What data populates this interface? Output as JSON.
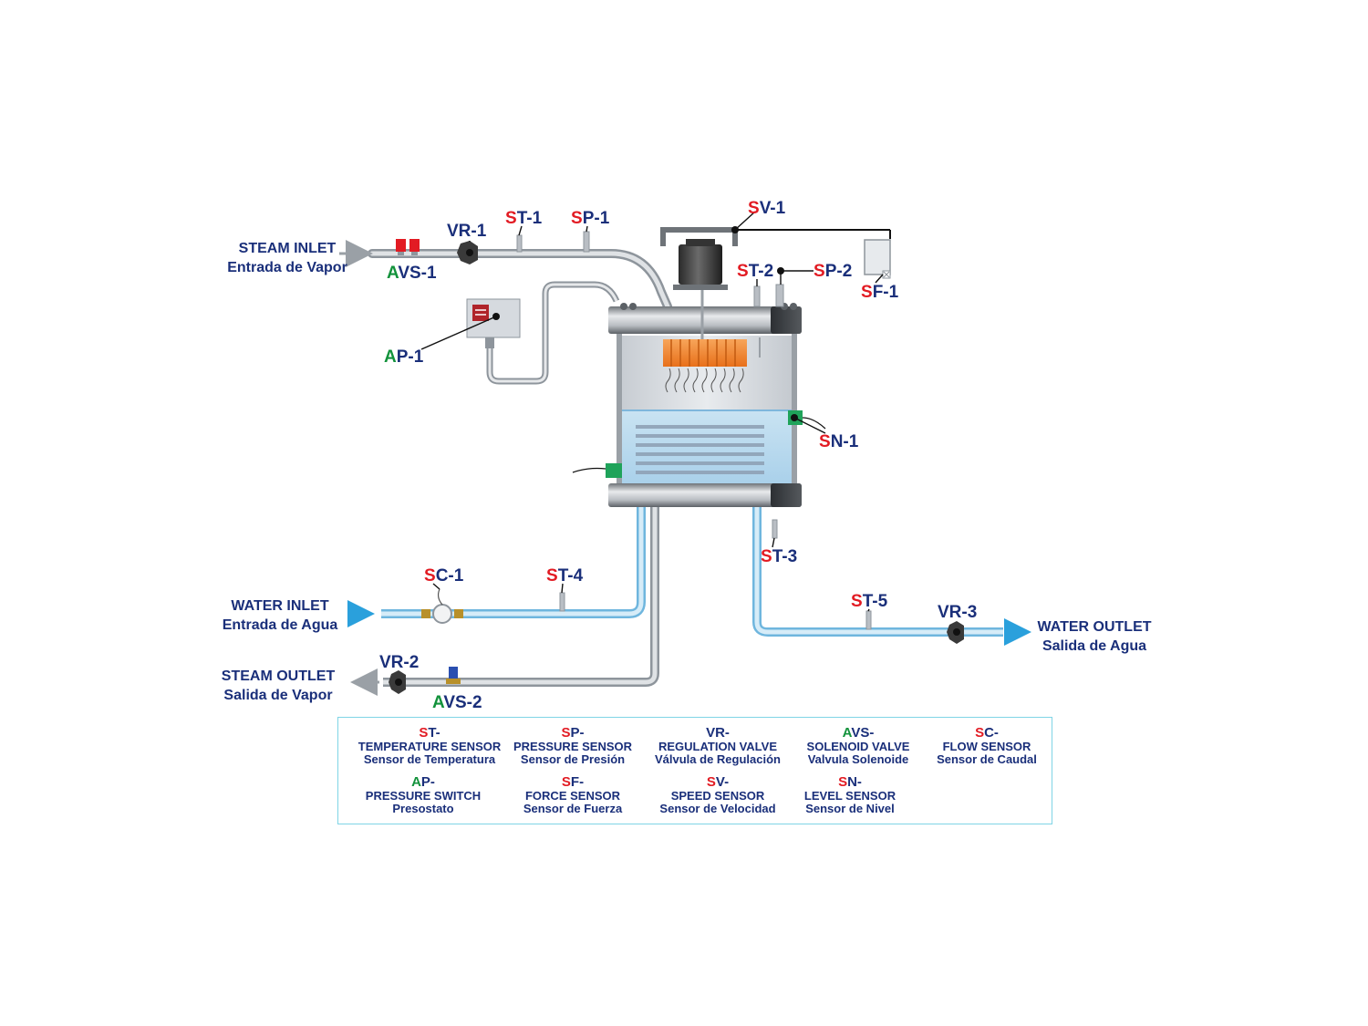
{
  "io": {
    "steam_inlet": [
      "STEAM INLET",
      "Entrada de Vapor"
    ],
    "water_inlet": [
      "WATER INLET",
      "Entrada de Agua"
    ],
    "steam_outlet": [
      "STEAM OUTLET",
      "Salida de Vapor"
    ],
    "water_outlet": [
      "WATER OUTLET",
      "Salida de Agua"
    ]
  },
  "tags": {
    "vr1": [
      "",
      "VR-1"
    ],
    "avs1": [
      "A",
      "VS-1"
    ],
    "st1": [
      "S",
      "T-1"
    ],
    "sp1": [
      "S",
      "P-1"
    ],
    "sv1": [
      "S",
      "V-1"
    ],
    "st2": [
      "S",
      "T-2"
    ],
    "sp2": [
      "S",
      "P-2"
    ],
    "sf1": [
      "S",
      "F-1"
    ],
    "ap1": [
      "A",
      "P-1"
    ],
    "sn1": [
      "S",
      "N-1"
    ],
    "st3": [
      "S",
      "T-3"
    ],
    "sc1": [
      "S",
      "C-1"
    ],
    "st4": [
      "S",
      "T-4"
    ],
    "st5": [
      "S",
      "T-5"
    ],
    "vr3": [
      "",
      "VR-3"
    ],
    "vr2": [
      "",
      "VR-2"
    ],
    "avs2": [
      "A",
      "VS-2"
    ]
  },
  "legend": [
    {
      "pre": "S",
      "code": "T-",
      "en": "TEMPERATURE SENSOR",
      "es": "Sensor de Temperatura"
    },
    {
      "pre": "S",
      "code": "P-",
      "en": "PRESSURE SENSOR",
      "es": "Sensor de Presión"
    },
    {
      "pre": "",
      "code": "VR-",
      "en": "REGULATION VALVE",
      "es": "Válvula de Regulación"
    },
    {
      "pre": "A",
      "code": "VS-",
      "en": "SOLENOID VALVE",
      "es": "Valvula Solenoide"
    },
    {
      "pre": "S",
      "code": "C-",
      "en": "FLOW SENSOR",
      "es": "Sensor de Caudal"
    },
    {
      "pre": "A",
      "code": "P-",
      "en": "PRESSURE SWITCH",
      "es": "Presostato"
    },
    {
      "pre": "S",
      "code": "F-",
      "en": "FORCE SENSOR",
      "es": "Sensor de Fuerza"
    },
    {
      "pre": "S",
      "code": "V-",
      "en": "SPEED SENSOR",
      "es": "Sensor de Velocidad"
    },
    {
      "pre": "S",
      "code": "N-",
      "en": "LEVEL SENSOR",
      "es": "Sensor de Nivel"
    }
  ],
  "colors": {
    "label_blue": "#1a2f7a",
    "sensor_red": "#e21b23",
    "actuator_green": "#12923b",
    "water_blue": "#2aa0dc",
    "pipe_grey": "#b9bec4",
    "heater_orange": "#f2842a",
    "level_sensor_green": "#1fa35a"
  }
}
